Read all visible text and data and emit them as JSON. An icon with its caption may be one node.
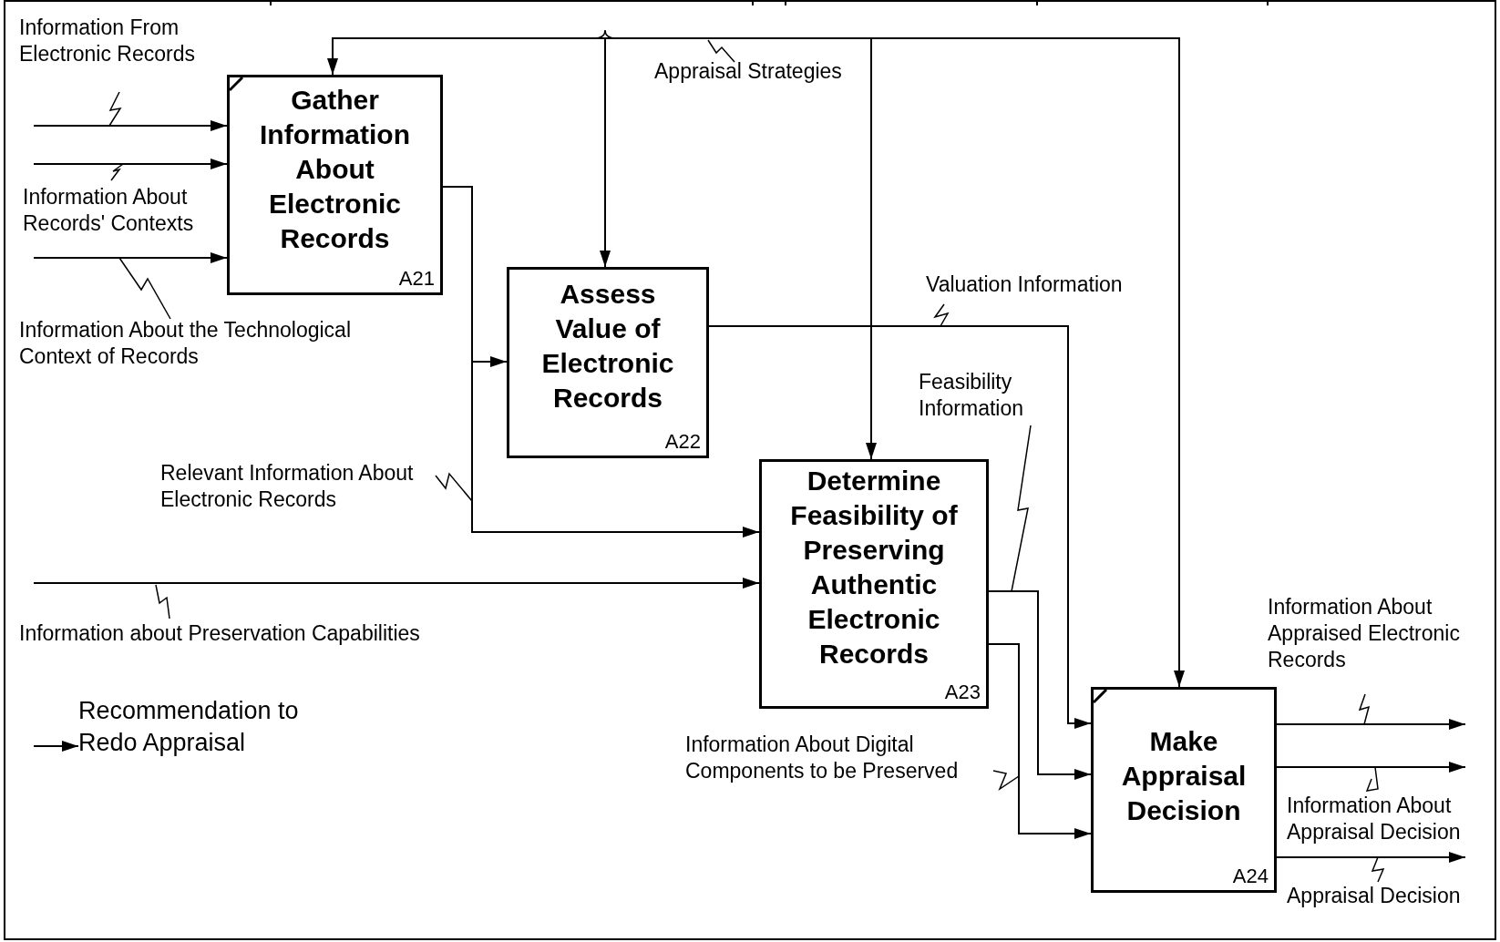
{
  "diagram": {
    "nodes": [
      {
        "text": [
          "Gather Information About Electronic Records",
          "A21"
        ]
      },
      {
        "text": [
          "Assess Value of Electronic Records",
          "A22"
        ]
      },
      {
        "text": [
          "Determine Feasibility of Preserving Authentic Electronic Records",
          "A23"
        ]
      },
      {
        "text": [
          "Make Appraisal Decision",
          "A24"
        ]
      },
      {
        "text": [
          "Recommendation to Redo Appraisal"
        ]
      }
    ],
    "edges": [
      {
        "from": null,
        "to": 0,
        "arrow": "to",
        "label": "Information From Electronic Records"
      },
      {
        "from": null,
        "to": 0,
        "arrow": "to",
        "label": "Information About Records' Contexts"
      },
      {
        "from": null,
        "to": 0,
        "arrow": "to",
        "label": "Information About the Technological Context of Records"
      },
      {
        "from": null,
        "to": 0,
        "arrow": "to"
      },
      {
        "from": null,
        "to": 1,
        "arrow": "to",
        "label": "Appraisal Strategies"
      },
      {
        "from": null,
        "to": 2,
        "arrow": "to"
      },
      {
        "from": null,
        "to": 3,
        "arrow": "to"
      },
      {
        "from": 0,
        "to": 1,
        "arrow": "to"
      },
      {
        "from": 0,
        "to": 2,
        "arrow": "to",
        "label": "Relevant Information About Electronic Records"
      },
      {
        "from": null,
        "to": 2,
        "arrow": "to",
        "label": "Information about Preservation Capabilities"
      },
      {
        "from": 1,
        "to": 3,
        "arrow": "to",
        "label": "Valuation Information"
      },
      {
        "from": 2,
        "to": 3,
        "arrow": "to",
        "label": "Feasibility Information"
      },
      {
        "from": 2,
        "to": 3,
        "arrow": "to",
        "label": "Information About Digital Components to be Preserved"
      },
      {
        "from": 3,
        "to": null,
        "arrow": "to",
        "label": "Information About Appraised Electronic Records"
      },
      {
        "from": 3,
        "to": null,
        "arrow": "to",
        "label": "Information About Appraisal Decision"
      },
      {
        "from": 3,
        "to": null,
        "arrow": "to",
        "label": "Appraisal Decision"
      },
      {
        "from": null,
        "to": 4,
        "arrow": "to"
      }
    ]
  }
}
